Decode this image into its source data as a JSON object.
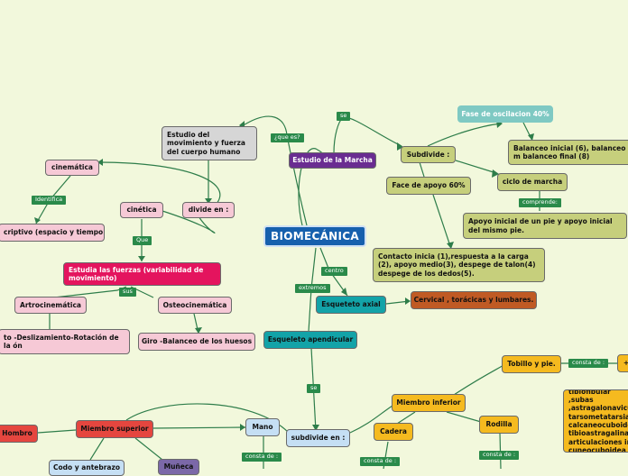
{
  "colors": {
    "background": "#f2f8dc",
    "root": "#1660ad",
    "link": "#2a8a4a",
    "line": "#2e7d4a"
  },
  "root": {
    "label": "BIOMECÁNICA"
  },
  "nodes": {
    "estudio": "Estudio del movimiento y fuerza del cuerpo humano",
    "marcha": "Estudio de la Marcha",
    "divide": "divide en :",
    "cinematica": "cinemática",
    "cinetica": "cinética",
    "descriptivo": "criptivo (espacio y tiempo )",
    "fuerzas": "Estudia las fuerzas (variabilidad de movimiento)",
    "artro": "Artrocinemática",
    "osteo": "Osteocinemática",
    "desliz": "to -Deslizamiento-Rotación de la ón",
    "giro": "Giro -Balanceo de los huesos",
    "fase_osc": "Fase de oscilacion 40%",
    "subdivide_top": "Subdivide :",
    "face_apoyo": "Face de apoyo 60%",
    "balanceo": "Balanceo inicial (6), balanceo m balanceo final (8)",
    "ciclo": "ciclo de marcha",
    "apoyo_inicial": "Apoyo inicial de un pie y apoyo inicial del mismo pie.",
    "contacto": "Contacto inicia (1),respuesta a la carga (2), apoyo medio(3), despege de talon(4) despege de los dedos(5).",
    "axial": "Esqueteto axial",
    "cervical": "Cervical , torácicas y lumbares.",
    "apendicular": "Esqueleto apendicular",
    "subdivide_bottom": "subdivide en :",
    "miembro_sup": "Miembro superior",
    "hombro": "Hombro",
    "mano": "Mano",
    "codo": "Codo y antebrazo",
    "muneca": "Muñeca",
    "miembro_inf": "Miembro inferior",
    "tobillo": "Tobillo y pie.",
    "cadera": "Cadera",
    "rodilla": "Rodilla",
    "tibio": "tibiofibular ,subas ,astragalonavicu tarsometatarsian calcaneocuboide tibioastragalina articulaciones in cuneocuboidea"
  },
  "links": {
    "que_es": "¿que es?",
    "se_top": "se",
    "identifica": "Identifica",
    "que": "Que",
    "sus": "sus",
    "centro": "centro",
    "extremos": "extremos",
    "comprende": "comprende:",
    "se_bottom": "se",
    "consta_mano": "consta de :",
    "consta_cadera": "consta de :",
    "consta_rodilla": "consta de :",
    "consta_tobillo": "consta de :"
  }
}
